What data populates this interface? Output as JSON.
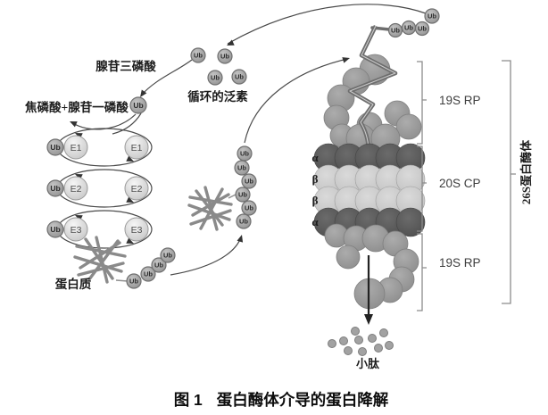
{
  "figure": {
    "caption": {
      "number": "图 1",
      "title": "蛋白酶体介导的蛋白降解"
    },
    "labels": {
      "atp": "腺苷三磷酸",
      "pp_amp": "焦磷酸+腺苷一磷酸",
      "recycled_ubiquitin": "循环的泛素",
      "protein": "蛋白质",
      "small_peptides": "小肽",
      "ubiquitin": "Ub",
      "e1": "E1",
      "e2": "E2",
      "e3": "E3",
      "alpha": "α",
      "beta": "β",
      "rp_19s_top": "19S RP",
      "cp_20s": "20S CP",
      "rp_19s_bottom": "19S RP",
      "proteasome_26s": "26S蛋白酶体"
    },
    "colors": {
      "ubiquitin_fill": "#a8a8a8",
      "enzyme_fill": "#e8e8e8",
      "sphere_19s": "#9a9a9a",
      "alpha_ring": "#5a5a5a",
      "beta_ring": "#cccccc",
      "arrow": "#4a4a4a",
      "text": "#1c1c1c"
    }
  }
}
